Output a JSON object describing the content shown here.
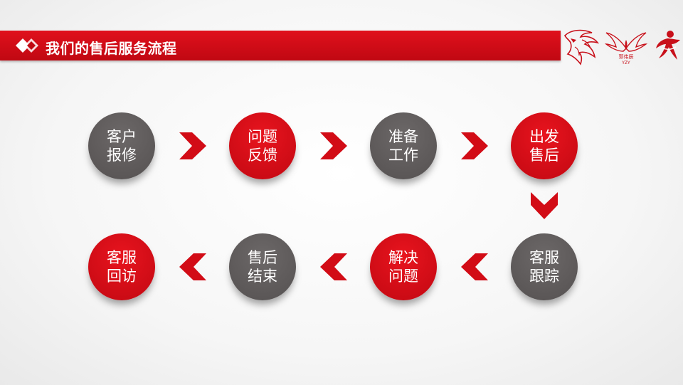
{
  "header": {
    "title": "我们的售后服务流程",
    "logo_caption": "YZY",
    "logo_script": "郭伟辰"
  },
  "flow": {
    "row1": [
      {
        "line1": "客户",
        "line2": "报修",
        "color": "gray"
      },
      {
        "line1": "问题",
        "line2": "反馈",
        "color": "red"
      },
      {
        "line1": "准备",
        "line2": "工作",
        "color": "gray"
      },
      {
        "line1": "出发",
        "line2": "售后",
        "color": "red"
      }
    ],
    "row2": [
      {
        "line1": "客服",
        "line2": "回访",
        "color": "red"
      },
      {
        "line1": "售后",
        "line2": "结束",
        "color": "gray"
      },
      {
        "line1": "解决",
        "line2": "问题",
        "color": "red"
      },
      {
        "line1": "客服",
        "line2": "跟踪",
        "color": "gray"
      }
    ]
  },
  "colors": {
    "accent_red": "#d20c16",
    "node_gray": "#5e5a5a"
  },
  "icons": [
    "diamond-logo-icon",
    "eagle-logo-icon",
    "phoenix-logo-icon",
    "dancer-logo-icon",
    "chevron-right-icon",
    "chevron-down-icon",
    "chevron-left-icon"
  ]
}
